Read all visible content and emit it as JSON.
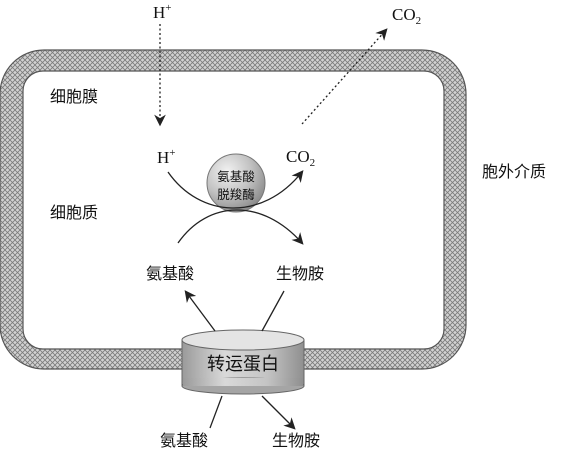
{
  "labels": {
    "membrane": "细胞膜",
    "cytoplasm": "细胞质",
    "extracellular": "胞外介质",
    "proton_out": {
      "base": "H",
      "sup": "+"
    },
    "proton_in": {
      "base": "H",
      "sup": "+"
    },
    "co2_out": {
      "base": "CO",
      "sub": "2"
    },
    "co2_in": {
      "base": "CO",
      "sub": "2"
    },
    "enzyme": [
      "氨基酸",
      "脱羧酶"
    ],
    "amino_acid_in": "氨基酸",
    "biogenic_amine_in": "生物胺",
    "transporter": "转运蛋白",
    "amino_acid_out": "氨基酸",
    "biogenic_amine_out": "生物胺"
  },
  "colors": {
    "membrane_fill": "#cfcfcf",
    "membrane_stroke": "#555555",
    "enzyme_fill": "#b8b8b8",
    "transporter_fill": "#bdbdbd"
  }
}
